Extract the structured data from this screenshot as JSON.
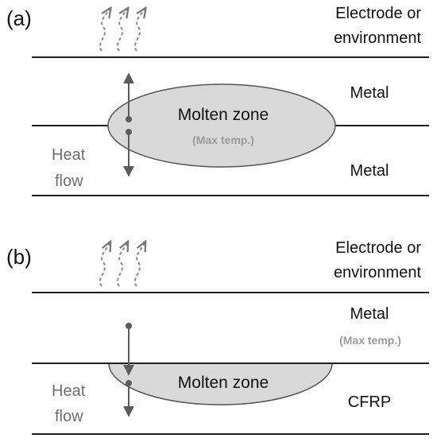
{
  "colors": {
    "line": "#1f1f1f",
    "arrow": "#5c5c5c",
    "zone_fill": "#d9d9d9",
    "zone_stroke": "#555555",
    "text": "#111111",
    "muted_text": "#9a9a9a",
    "heat_label": "#6e6e6e"
  },
  "panel_a": {
    "label": "(a)",
    "electrode": [
      "Electrode or",
      "environment"
    ],
    "upper_layer": "Metal",
    "lower_layer": "Metal",
    "zone": "Molten zone",
    "zone_note": "(Max temp.)",
    "heat": [
      "Heat",
      "flow"
    ]
  },
  "panel_b": {
    "label": "(b)",
    "electrode": [
      "Electrode or",
      "environment"
    ],
    "upper_layer": "Metal",
    "upper_note": "(Max temp.)",
    "zone": "Molten zone",
    "lower_layer": "CFRP",
    "heat": [
      "Heat",
      "flow"
    ]
  }
}
